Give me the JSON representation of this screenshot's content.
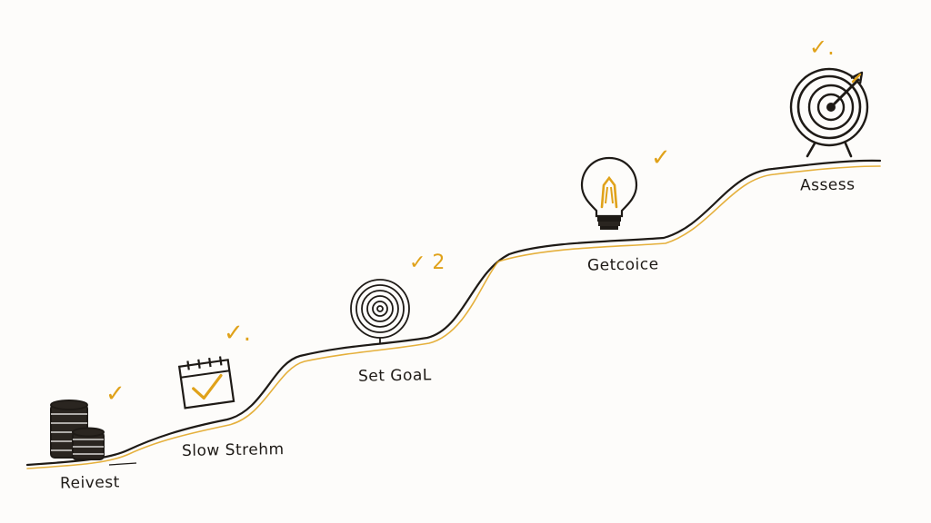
{
  "colors": {
    "ink": "#1e1a16",
    "accent": "#e0a21a",
    "paper": "#fdfcfa"
  },
  "steps": [
    {
      "label": "Reivest",
      "icon": "coin-stack-icon",
      "check": "✓"
    },
    {
      "label": "Slow Strehm",
      "icon": "calendar-check-icon",
      "check": "✓."
    },
    {
      "label": "Set GoaL",
      "icon": "spiral-target-icon",
      "check": "✓ 2"
    },
    {
      "label": "Getcoice",
      "icon": "light-bulb-icon",
      "check": "✓"
    },
    {
      "label": "Assess",
      "icon": "bullseye-arrow-icon",
      "check": "✓."
    }
  ]
}
